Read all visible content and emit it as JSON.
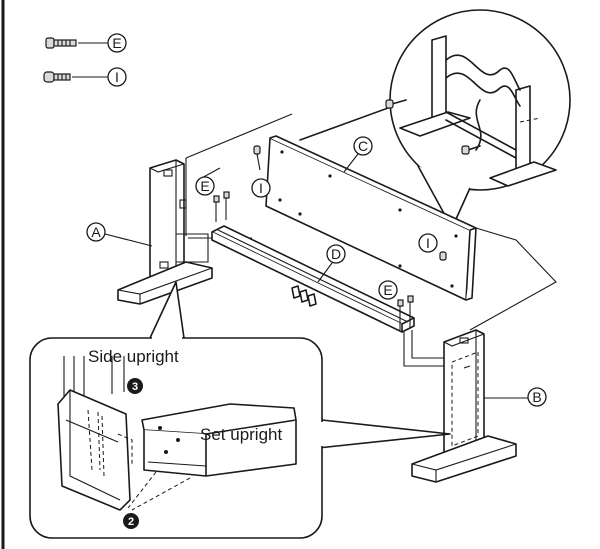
{
  "legend": {
    "screw_e": "E",
    "screw_i": "I"
  },
  "labels": {
    "a": "A",
    "b": "B",
    "c": "C",
    "d": "D",
    "e1": "E",
    "e2": "E",
    "i1": "I",
    "i2": "I"
  },
  "detail": {
    "side_upright": "Side upright",
    "set_upright": "Set upright",
    "step_3": "3",
    "step_2": "2"
  },
  "colors": {
    "line": "#1a1a1a",
    "fill": "#ffffff",
    "badge": "#1a1a1a"
  }
}
